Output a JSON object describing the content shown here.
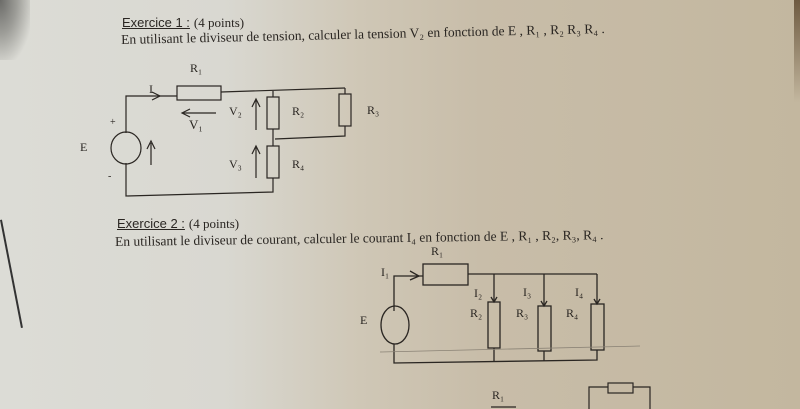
{
  "exercise1": {
    "title": "Exercice 1 :",
    "points": "(4 points)",
    "statement": "En utilisant le diviseur de tension, calculer la tension V₂ en fonction de E , R₁ , R₂ R₃ R₄ .",
    "circuit": {
      "source_label": "E",
      "plus_sign": "+",
      "minus_sign": "-",
      "current_label": "I",
      "labels": {
        "R1": "R₁",
        "R2": "R₂",
        "R3": "R₃",
        "R4": "R₄",
        "V1": "V₁",
        "V2": "V₂",
        "V3": "V₃"
      }
    }
  },
  "exercise2": {
    "title": "Exercice 2 :",
    "points": "(4 points)",
    "statement": "En utilisant le diviseur de courant, calculer le courant I₄ en fonction de E , R₁ , R₂, R₃, R₄ .",
    "circuit": {
      "source_label": "E",
      "labels": {
        "I1": "I₁",
        "I2": "I₂",
        "I3": "I₃",
        "I4": "I₄",
        "R1": "R₁",
        "R2": "R₂",
        "R3": "R₃",
        "R4": "R₄"
      }
    }
  },
  "exercise3_partial": {
    "labels": {
      "R1": "R₁"
    }
  }
}
